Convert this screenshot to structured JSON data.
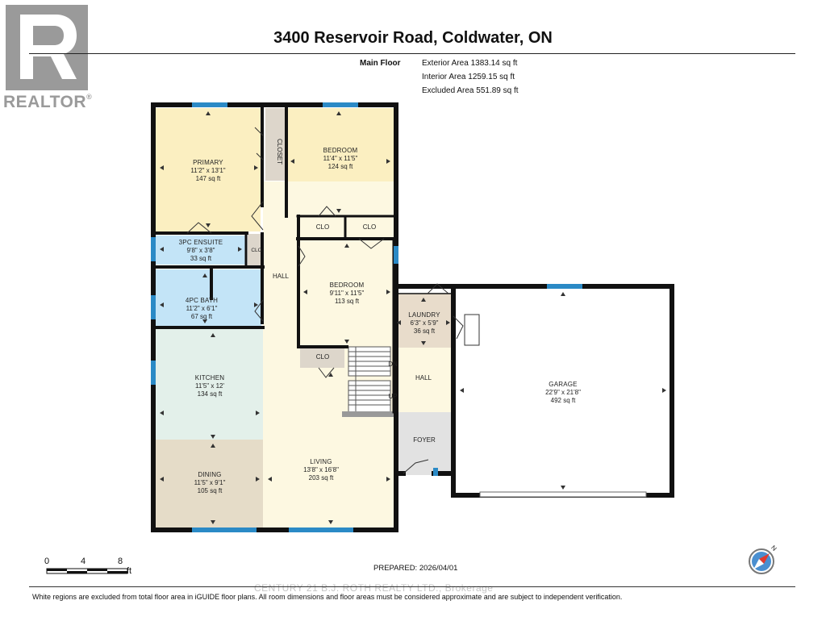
{
  "brand": {
    "logo_text": "REALTOR"
  },
  "header": {
    "title": "3400 Reservoir Road, Coldwater, ON"
  },
  "floor": {
    "name": "Main Floor",
    "areas": [
      "Exterior Area 1383.14 sq ft",
      "Interior Area 1259.15 sq ft",
      "Excluded Area 551.89 sq ft"
    ]
  },
  "rooms": {
    "primary": {
      "name": "PRIMARY",
      "dims": "11'2\" x 13'1\"",
      "area": "147 sq ft"
    },
    "bedroom1": {
      "name": "BEDROOM",
      "dims": "11'4\" x 11'5\"",
      "area": "124 sq ft"
    },
    "bedroom2": {
      "name": "BEDROOM",
      "dims": "9'11\" x 11'5\"",
      "area": "113 sq ft"
    },
    "ensuite": {
      "name": "3PC ENSUITE",
      "dims": "9'8\" x 3'8\"",
      "area": "33 sq ft"
    },
    "bath": {
      "name": "4PC BATH",
      "dims": "11'2\" x 6'1\"",
      "area": "67 sq ft"
    },
    "kitchen": {
      "name": "KITCHEN",
      "dims": "11'5\" x 12'",
      "area": "134 sq ft"
    },
    "dining": {
      "name": "DINING",
      "dims": "11'5\" x 9'1\"",
      "area": "105 sq ft"
    },
    "living": {
      "name": "LIVING",
      "dims": "13'8\" x 16'8\"",
      "area": "203 sq ft"
    },
    "laundry": {
      "name": "LAUNDRY",
      "dims": "6'3\" x 5'9\"",
      "area": "36 sq ft"
    },
    "garage": {
      "name": "GARAGE",
      "dims": "22'9\" x 21'8\"",
      "area": "492 sq ft"
    }
  },
  "labels": {
    "closet": "CLOSET",
    "clo": "CLO",
    "hall": "HALL",
    "foyer": "FOYER",
    "dn": "DN",
    "up": "UP"
  },
  "scale": {
    "ticks": [
      "0",
      "4",
      "8"
    ],
    "unit": "ft"
  },
  "prepared": "PREPARED: 2026/04/01",
  "compass": {
    "north": "N"
  },
  "footer": "White regions are excluded from total floor area in iGUIDE floor plans. All room dimensions and floor areas must be considered approximate and are subject to independent verification.",
  "watermark": "CENTURY 21 B.J. ROTH REALTY LTD., Brokerage",
  "colors": {
    "bedroom": "#fbefc1",
    "bath": "#c3e4f7",
    "kitchen": "#e3f0ea",
    "dining": "#e5dcc8",
    "living": "#fdf8e1",
    "laundry": "#e8dccb",
    "foyer": "#e2e2e2",
    "closet": "#ddd6cb",
    "wall": "#111111",
    "window": "#2b8ac6"
  }
}
